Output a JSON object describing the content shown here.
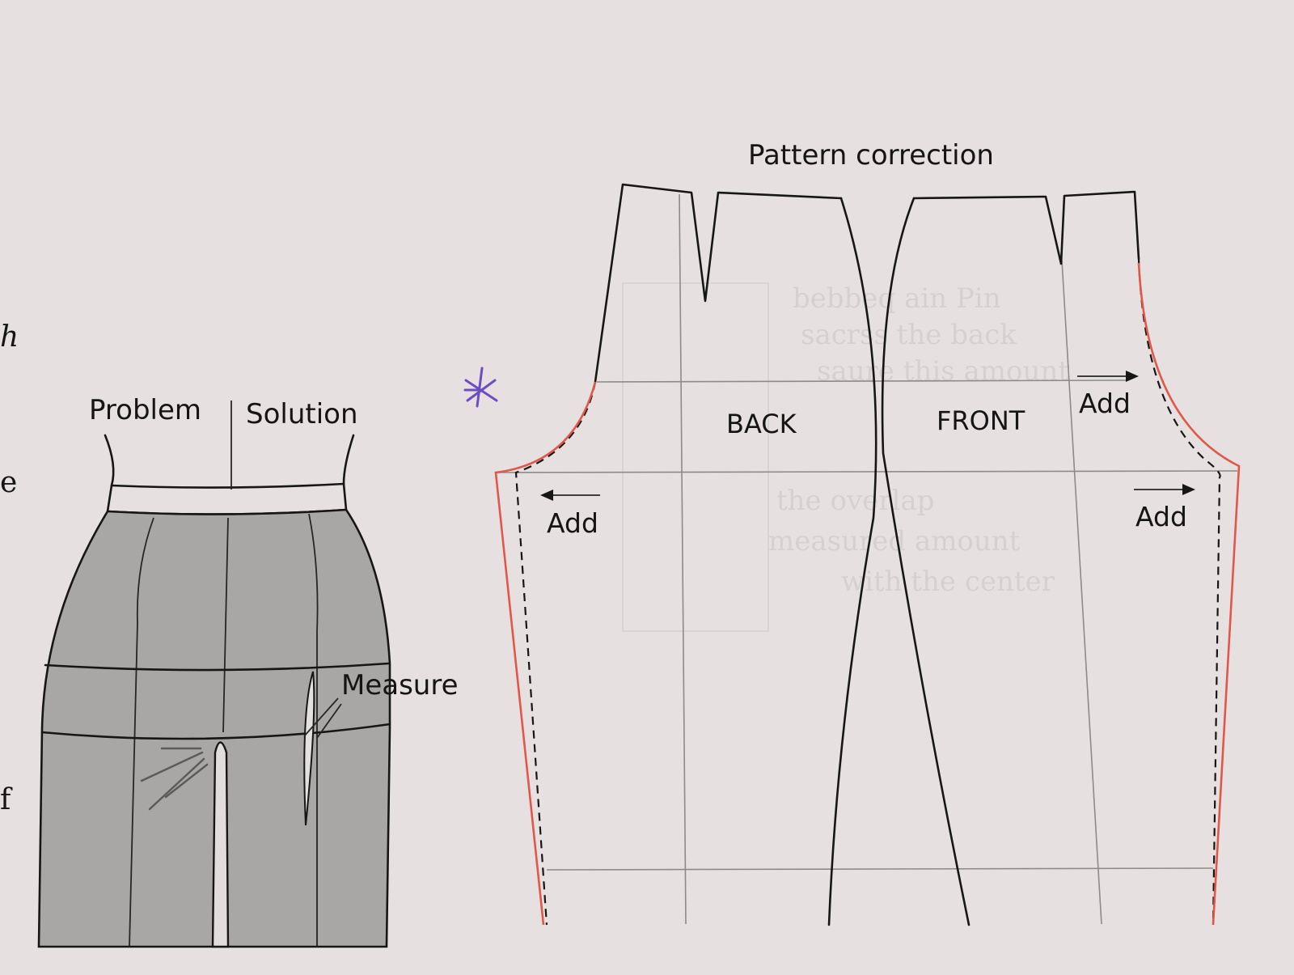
{
  "title": "Pattern correction",
  "left_figure": {
    "problem_label": "Problem",
    "solution_label": "Solution",
    "measure_label": "Measure"
  },
  "pattern": {
    "back_label": "BACK",
    "front_label": "FRONT",
    "add_back_hip": "Add",
    "add_front_hip": "Add",
    "add_front_side": "Add"
  },
  "margin_letters": [
    "h",
    "e",
    "f"
  ],
  "colors": {
    "paper": "#e6e1e0",
    "ink": "#161616",
    "correction_red": "#e0584a",
    "pants_fill": "#a9a6a6",
    "asterisk": "#6a4fc2"
  }
}
